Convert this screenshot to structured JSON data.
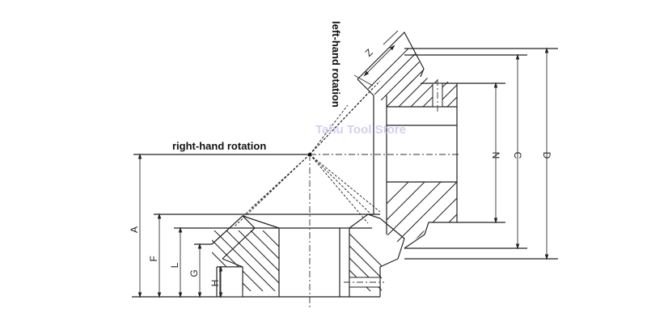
{
  "diagram": {
    "type": "bevel gear pair cross-section technical drawing",
    "labels": {
      "right_hand": "right-hand rotation",
      "left_hand": "left-hand rotation",
      "watermark": "Tahu Tool Store"
    },
    "dimensions": {
      "A": "A",
      "F": "F",
      "L": "L",
      "G": "G",
      "H": "H",
      "Z": "Z",
      "N": "N",
      "C": "C",
      "D": "D"
    },
    "colors": {
      "line": "#222222",
      "background": "#ffffff",
      "watermark": "#c9cbe8"
    }
  }
}
